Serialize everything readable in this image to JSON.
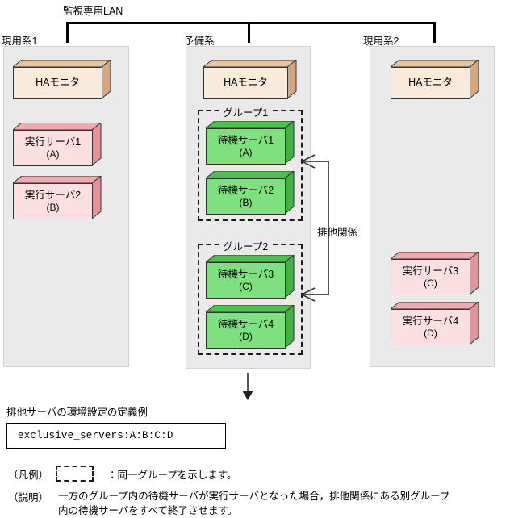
{
  "diagram": {
    "lan": {
      "label": "監視専用LAN"
    },
    "panels": [
      {
        "title": "現用系1",
        "boxes": [
          {
            "name": "HAモニタ",
            "sub": "",
            "kind": "ha-monitor"
          },
          {
            "name": "実行サーバ1",
            "sub": "(A)",
            "kind": "running-server"
          },
          {
            "name": "実行サーバ2",
            "sub": "(B)",
            "kind": "running-server"
          }
        ]
      },
      {
        "title": "予備系",
        "boxes": [
          {
            "name": "HAモニタ",
            "sub": "",
            "kind": "ha-monitor"
          },
          {
            "name": "待機サーバ1",
            "sub": "(A)",
            "kind": "standby-server"
          },
          {
            "name": "待機サーバ2",
            "sub": "(B)",
            "kind": "standby-server"
          },
          {
            "name": "待機サーバ3",
            "sub": "(C)",
            "kind": "standby-server"
          },
          {
            "name": "待機サーバ4",
            "sub": "(D)",
            "kind": "standby-server"
          }
        ],
        "groups": [
          {
            "label": "グループ1"
          },
          {
            "label": "グループ2"
          }
        ]
      },
      {
        "title": "現用系2",
        "boxes": [
          {
            "name": "HAモニタ",
            "sub": "",
            "kind": "ha-monitor"
          },
          {
            "name": "実行サーバ3",
            "sub": "(C)",
            "kind": "running-server"
          },
          {
            "name": "実行サーバ4",
            "sub": "(D)",
            "kind": "running-server"
          }
        ]
      }
    ],
    "exclusion": {
      "label": "排他関係"
    }
  },
  "definition": {
    "title": "排他サーバの環境設定の定義例",
    "config": "exclusive_servers:A:B:C:D"
  },
  "notes": {
    "legend_key": "（凡例）",
    "legend_text": "：同一グループを示します。",
    "description_key": "（説明）",
    "description_text": "一方のグループ内の待機サーバが実行サーバとなった場合，排他関係にある別グループ\n内の待機サーバをすべて終了させます。"
  },
  "colors": {
    "ha_front": "#f8ebdc",
    "ha_top": "#e7c3a0",
    "running_front": "#fbdfe1",
    "running_top": "#f0a9ae",
    "standby_front": "#7fe07f",
    "standby_top": "#4cc14c",
    "panel_bg": "#eaeaea",
    "line": "#000000"
  }
}
